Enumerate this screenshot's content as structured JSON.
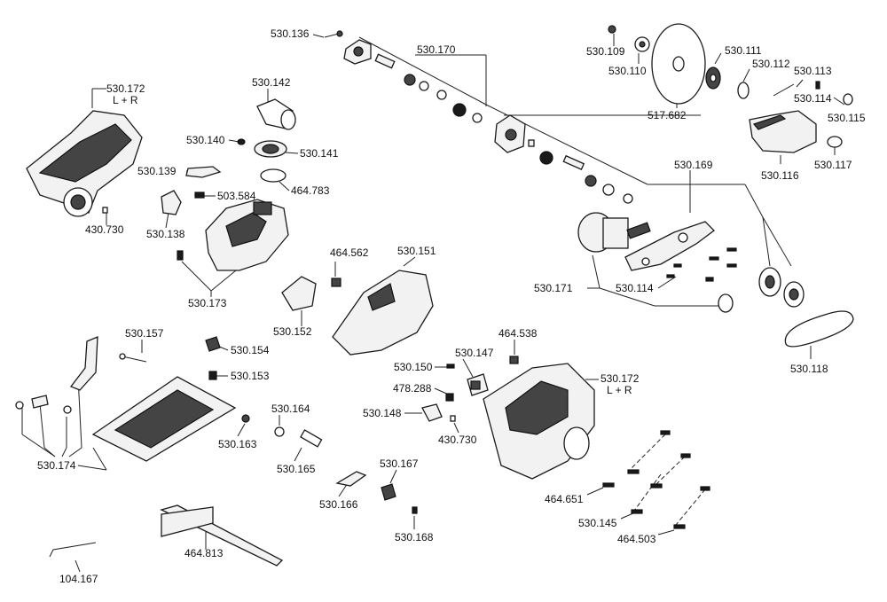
{
  "labels": {
    "p530_136": "530.136",
    "p530_170": "530.170",
    "p530_109": "530.109",
    "p530_110": "530.110",
    "p517_682": "517.682",
    "p530_111": "530.111",
    "p530_112": "530.112",
    "p530_113": "530.113",
    "p530_114a": "530.114",
    "p530_115": "530.115",
    "p530_116": "530.116",
    "p530_117": "530.117",
    "p530_172a": "530.172",
    "lr_a": "L + R",
    "p530_142": "530.142",
    "p530_140": "530.140",
    "p530_141": "530.141",
    "p464_783": "464.783",
    "p530_139": "530.139",
    "p503_584": "503.584",
    "p430_730a": "430.730",
    "p530_138": "530.138",
    "p530_173": "530.173",
    "p530_169": "530.169",
    "p530_171": "530.171",
    "p530_114b": "530.114",
    "p530_118": "530.118",
    "p464_562": "464.562",
    "p530_151": "530.151",
    "p530_152": "530.152",
    "p530_157": "530.157",
    "p530_154": "530.154",
    "p530_153": "530.153",
    "p464_538": "464.538",
    "p530_150": "530.150",
    "p530_147": "530.147",
    "p530_172b": "530.172",
    "lr_b": "L + R",
    "p478_288": "478.288",
    "p530_148": "530.148",
    "p430_730b": "430.730",
    "p530_164": "530.164",
    "p530_163": "530.163",
    "p530_174": "530.174",
    "p530_165": "530.165",
    "p530_167": "530.167",
    "p530_166": "530.166",
    "p530_168": "530.168",
    "p464_651": "464.651",
    "p530_145": "530.145",
    "p464_503": "464.503",
    "p464_813": "464.813",
    "p104_167": "104.167"
  }
}
